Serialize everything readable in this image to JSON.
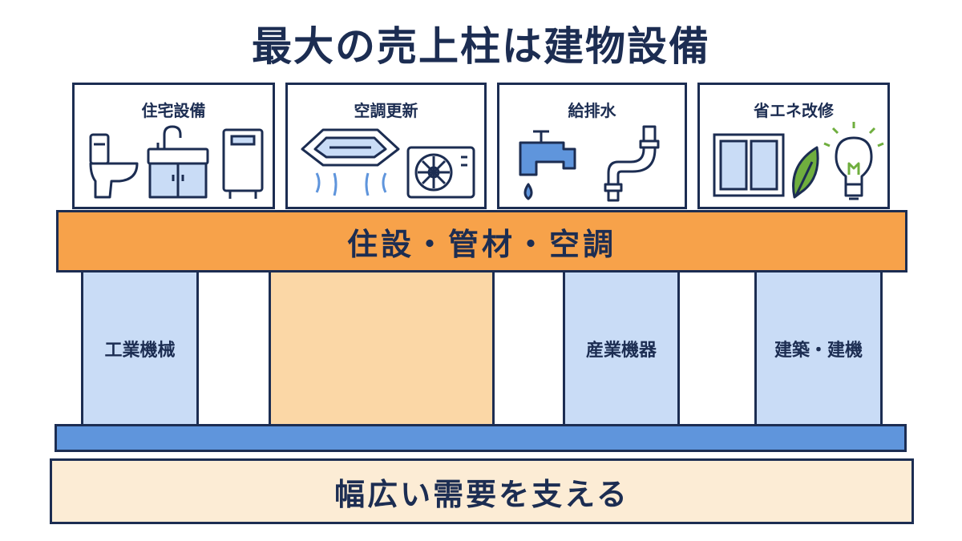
{
  "title": "最大の売上柱は建物設備",
  "cards": [
    {
      "label": "住宅設備",
      "icons": [
        "toilet-icon",
        "sink-cabinet-icon",
        "water-heater-icon"
      ]
    },
    {
      "label": "空調更新",
      "icons": [
        "ceiling-ac-icon",
        "ac-outdoor-unit-icon"
      ]
    },
    {
      "label": "給排水",
      "icons": [
        "faucet-icon",
        "pipe-icon"
      ]
    },
    {
      "label": "省エネ改修",
      "icons": [
        "window-icon",
        "leaf-icon",
        "lightbulb-icon"
      ]
    }
  ],
  "beam": {
    "label": "住設・管材・空調"
  },
  "pillars": [
    {
      "label": "工業機械"
    },
    {
      "label": ""
    },
    {
      "label": "産業機器"
    },
    {
      "label": "建築・建機"
    }
  ],
  "base": {
    "label": "幅広い需要を支える"
  },
  "colors": {
    "navy": "#1c2d52",
    "orange": "#f7a24a",
    "light_orange": "#fbd7a6",
    "light_blue": "#c9dcf6",
    "blue": "#5f95dc",
    "cream": "#fcecd5",
    "green": "#6fae3e"
  }
}
